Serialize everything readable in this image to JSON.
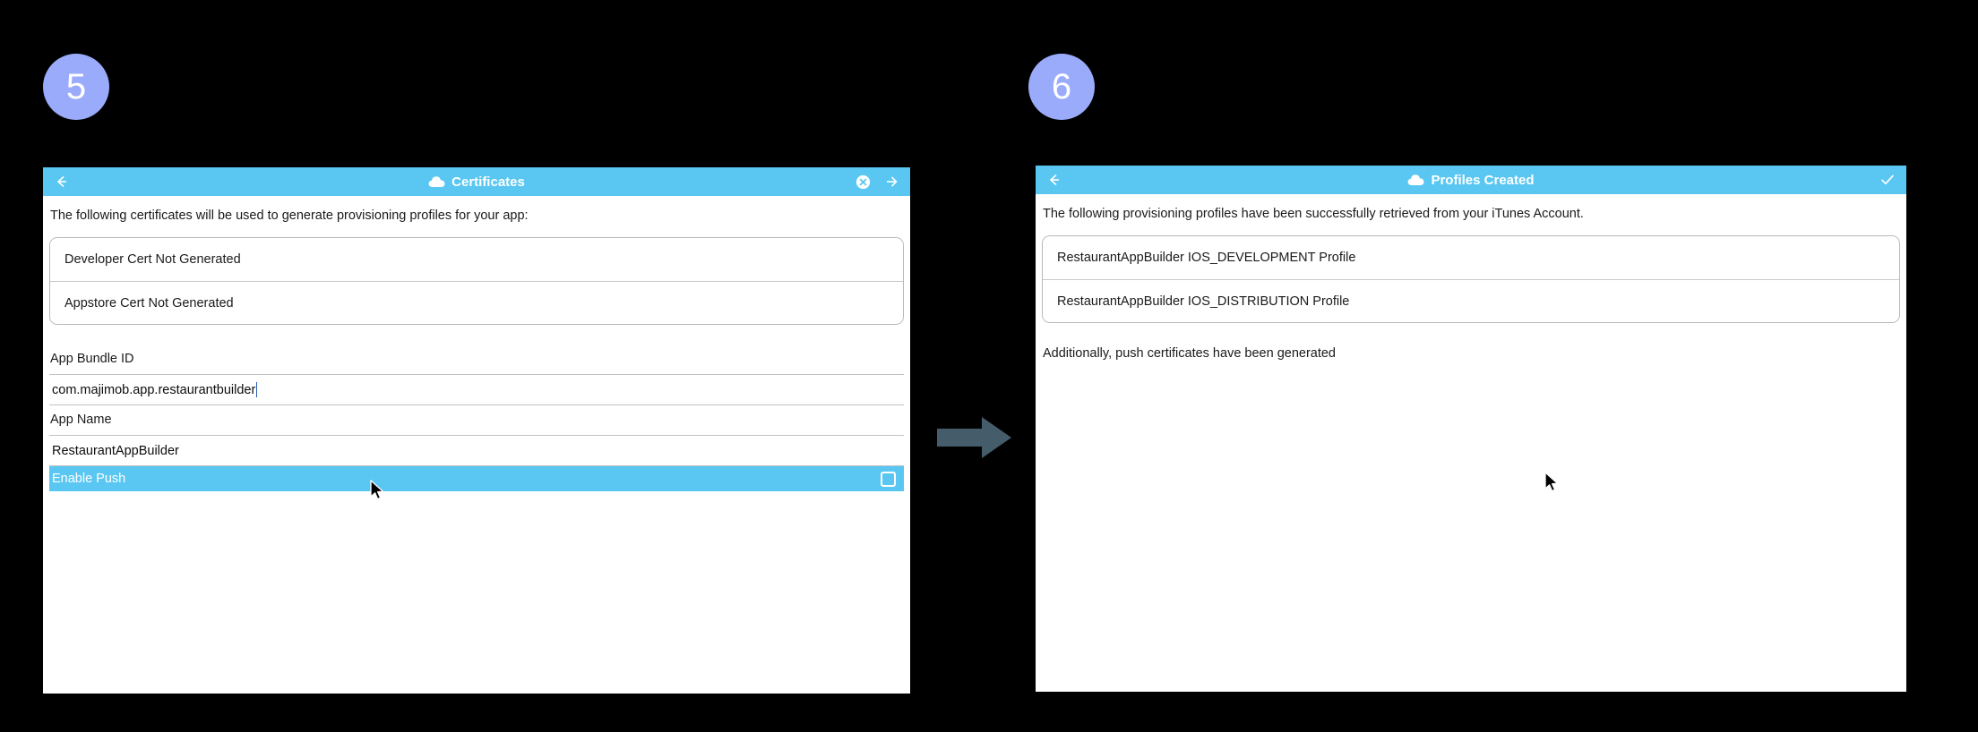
{
  "steps": [
    {
      "number": "5",
      "badge_color": "#9AABFB"
    },
    {
      "number": "6",
      "badge_color": "#9AABFB"
    }
  ],
  "theme": {
    "titlebar_color": "#59C7F2",
    "highlight_row_color": "#59C7F2",
    "panel_background": "#FFFFFF",
    "page_background": "#000000",
    "connector_arrow_color": "#455C6B"
  },
  "connector": {
    "icon": "arrow-right-icon"
  },
  "panel_left": {
    "titlebar": {
      "back_icon": "arrow-left-icon",
      "cloud_icon": "cloud-icon",
      "title": "Certificates",
      "close_icon": "close-circle-icon",
      "forward_icon": "arrow-right-icon"
    },
    "intro": "The following certificates will be used to generate provisioning profiles for your app:",
    "cert_list": [
      "Developer Cert Not Generated",
      "Appstore Cert Not Generated"
    ],
    "fields": [
      {
        "label": "App Bundle ID",
        "value": "com.majimob.app.restaurantbuilder",
        "focused": true
      },
      {
        "label": "App Name",
        "value": "RestaurantAppBuilder",
        "focused": false
      }
    ],
    "toggle": {
      "label": "Enable Push",
      "checked": false,
      "checkbox_icon": "checkbox-unchecked-icon"
    },
    "cursor_icon": "mouse-pointer-icon"
  },
  "panel_right": {
    "titlebar": {
      "back_icon": "arrow-left-icon",
      "cloud_icon": "cloud-icon",
      "title": "Profiles Created",
      "confirm_icon": "checkmark-icon"
    },
    "intro": "The following provisioning profiles have been successfully retrieved from your iTunes Account.",
    "profile_list": [
      "RestaurantAppBuilder IOS_DEVELOPMENT Profile",
      "RestaurantAppBuilder IOS_DISTRIBUTION Profile"
    ],
    "note": "Additionally, push certificates have been generated",
    "cursor_icon": "mouse-pointer-icon"
  }
}
